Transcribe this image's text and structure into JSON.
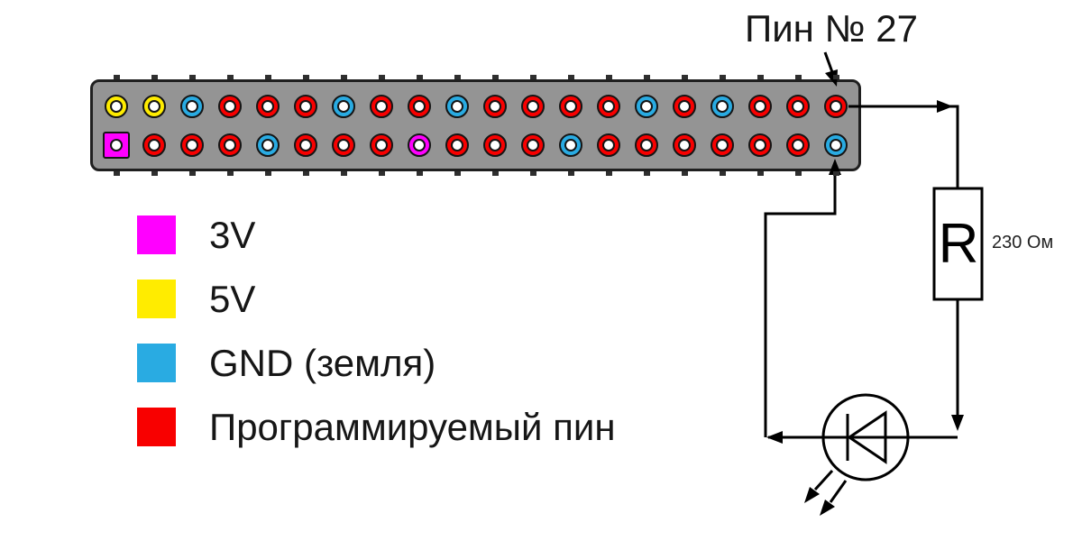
{
  "annotation": {
    "pin_label": "Пин № 27"
  },
  "pin_header": {
    "rows": [
      {
        "name": "top",
        "pins": [
          "5V",
          "5V",
          "GND",
          "PIN",
          "PIN",
          "PIN",
          "GND",
          "PIN",
          "PIN",
          "GND",
          "PIN",
          "PIN",
          "PIN",
          "PIN",
          "GND",
          "PIN",
          "GND",
          "PIN",
          "PIN",
          "PIN"
        ]
      },
      {
        "name": "bottom",
        "pins": [
          "3V",
          "PIN",
          "PIN",
          "PIN",
          "GND",
          "PIN",
          "PIN",
          "PIN",
          "3V",
          "PIN",
          "PIN",
          "PIN",
          "GND",
          "PIN",
          "PIN",
          "PIN",
          "PIN",
          "PIN",
          "PIN",
          "GND"
        ]
      }
    ],
    "pin_one_marker": {
      "row": "bottom",
      "index": 0,
      "shape": "square"
    }
  },
  "legend": {
    "items": [
      {
        "key": "3V",
        "label": "3V"
      },
      {
        "key": "5V",
        "label": "5V"
      },
      {
        "key": "GND",
        "label": "GND (земля)"
      },
      {
        "key": "PIN",
        "label": "Программируемый пин"
      }
    ]
  },
  "circuit": {
    "resistor_symbol": "R",
    "resistor_value": "230 Ом"
  },
  "colors": {
    "3V": "#FF00FF",
    "5V": "#FFEC00",
    "GND": "#29ABE2",
    "PIN": "#F80000",
    "header_body": "#949494",
    "header_border": "#1F1F1F",
    "ink": "#000000"
  }
}
